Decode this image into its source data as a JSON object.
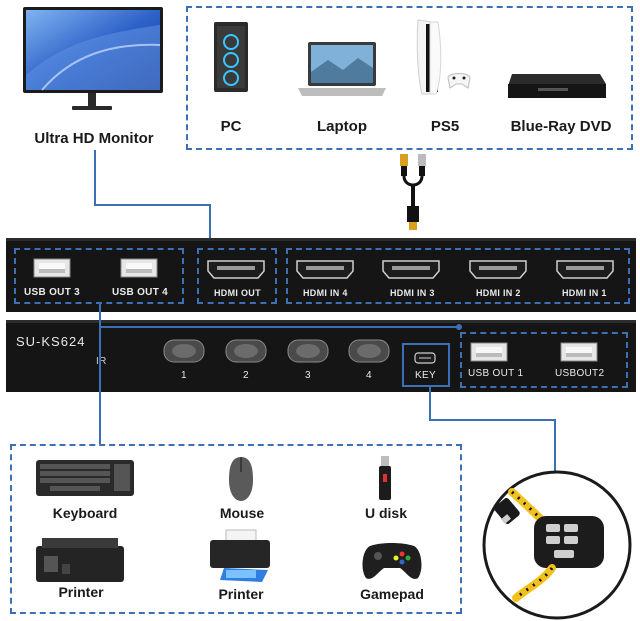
{
  "top_devices": {
    "monitor": "Ultra HD Monitor",
    "pc": "PC",
    "laptop": "Laptop",
    "ps5": "PS5",
    "bluray": "Blue-Ray DVD"
  },
  "rear_panel": {
    "usb_out_3": "USB OUT 3",
    "usb_out_4": "USB OUT 4",
    "hdmi_out": "HDMI OUT",
    "hdmi_in_4": "HDMI IN 4",
    "hdmi_in_3": "HDMI IN 3",
    "hdmi_in_2": "HDMI IN 2",
    "hdmi_in_1": "HDMI IN 1"
  },
  "front_panel": {
    "model": "SU-KS624",
    "ir": "IR",
    "button_1": "1",
    "button_2": "2",
    "button_3": "3",
    "button_4": "4",
    "key": "KEY",
    "usb_out_1": "USB OUT 1",
    "usb_out_2": "USBOUT2"
  },
  "bottom_devices": {
    "keyboard": "Keyboard",
    "mouse": "Mouse",
    "udisk": "U disk",
    "printer_1": "Printer",
    "printer_2": "Printer",
    "gamepad": "Gamepad"
  },
  "colors": {
    "accent_blue": "#3b6fb6",
    "device_black": "#151515",
    "cable_yellow": "#f2c21b"
  }
}
